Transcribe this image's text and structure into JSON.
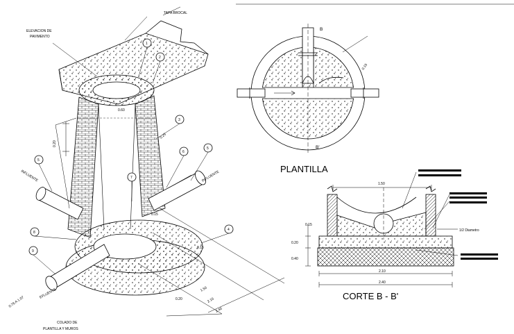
{
  "labels": {
    "tapa_brocal": "TAPA BROCAL",
    "elevacion_line1": "ELEVACION DE",
    "elevacion_line2": "PAVIMENTO",
    "influente_left": "INFLUENTE",
    "influente_right": "INFLUENTE",
    "efluente": "EFLUENTE",
    "colado_line1": "COLADO DE",
    "colado_line2": "PLANTILLA Y MUROS",
    "diam_range": "0.76 A 1.07"
  },
  "callouts": [
    "1",
    "2",
    "3",
    "4",
    "5",
    "6",
    "7",
    "8",
    "9",
    "5"
  ],
  "dims_3d": {
    "d020a": "0.20",
    "d025": "0.25",
    "d015": "0.15",
    "d150": "1.50",
    "d210": "2.10",
    "d240": "2.40",
    "d020b": "0.20",
    "d060": "0.60",
    "d015b": "0.15"
  },
  "plantilla": {
    "title": "PLANTILLA",
    "section_top": "B",
    "section_bottom": "B'",
    "ring_label": "0.15"
  },
  "corte": {
    "title": "CORTE B - B'",
    "d150": "1.50",
    "d015": "0.15",
    "d020": "0.20",
    "d040": "0.40",
    "d210": "2.10",
    "d240": "2.40",
    "half_diam": "1/2 Diametro"
  },
  "colors": {
    "line": "#000000",
    "background": "#ffffff"
  }
}
